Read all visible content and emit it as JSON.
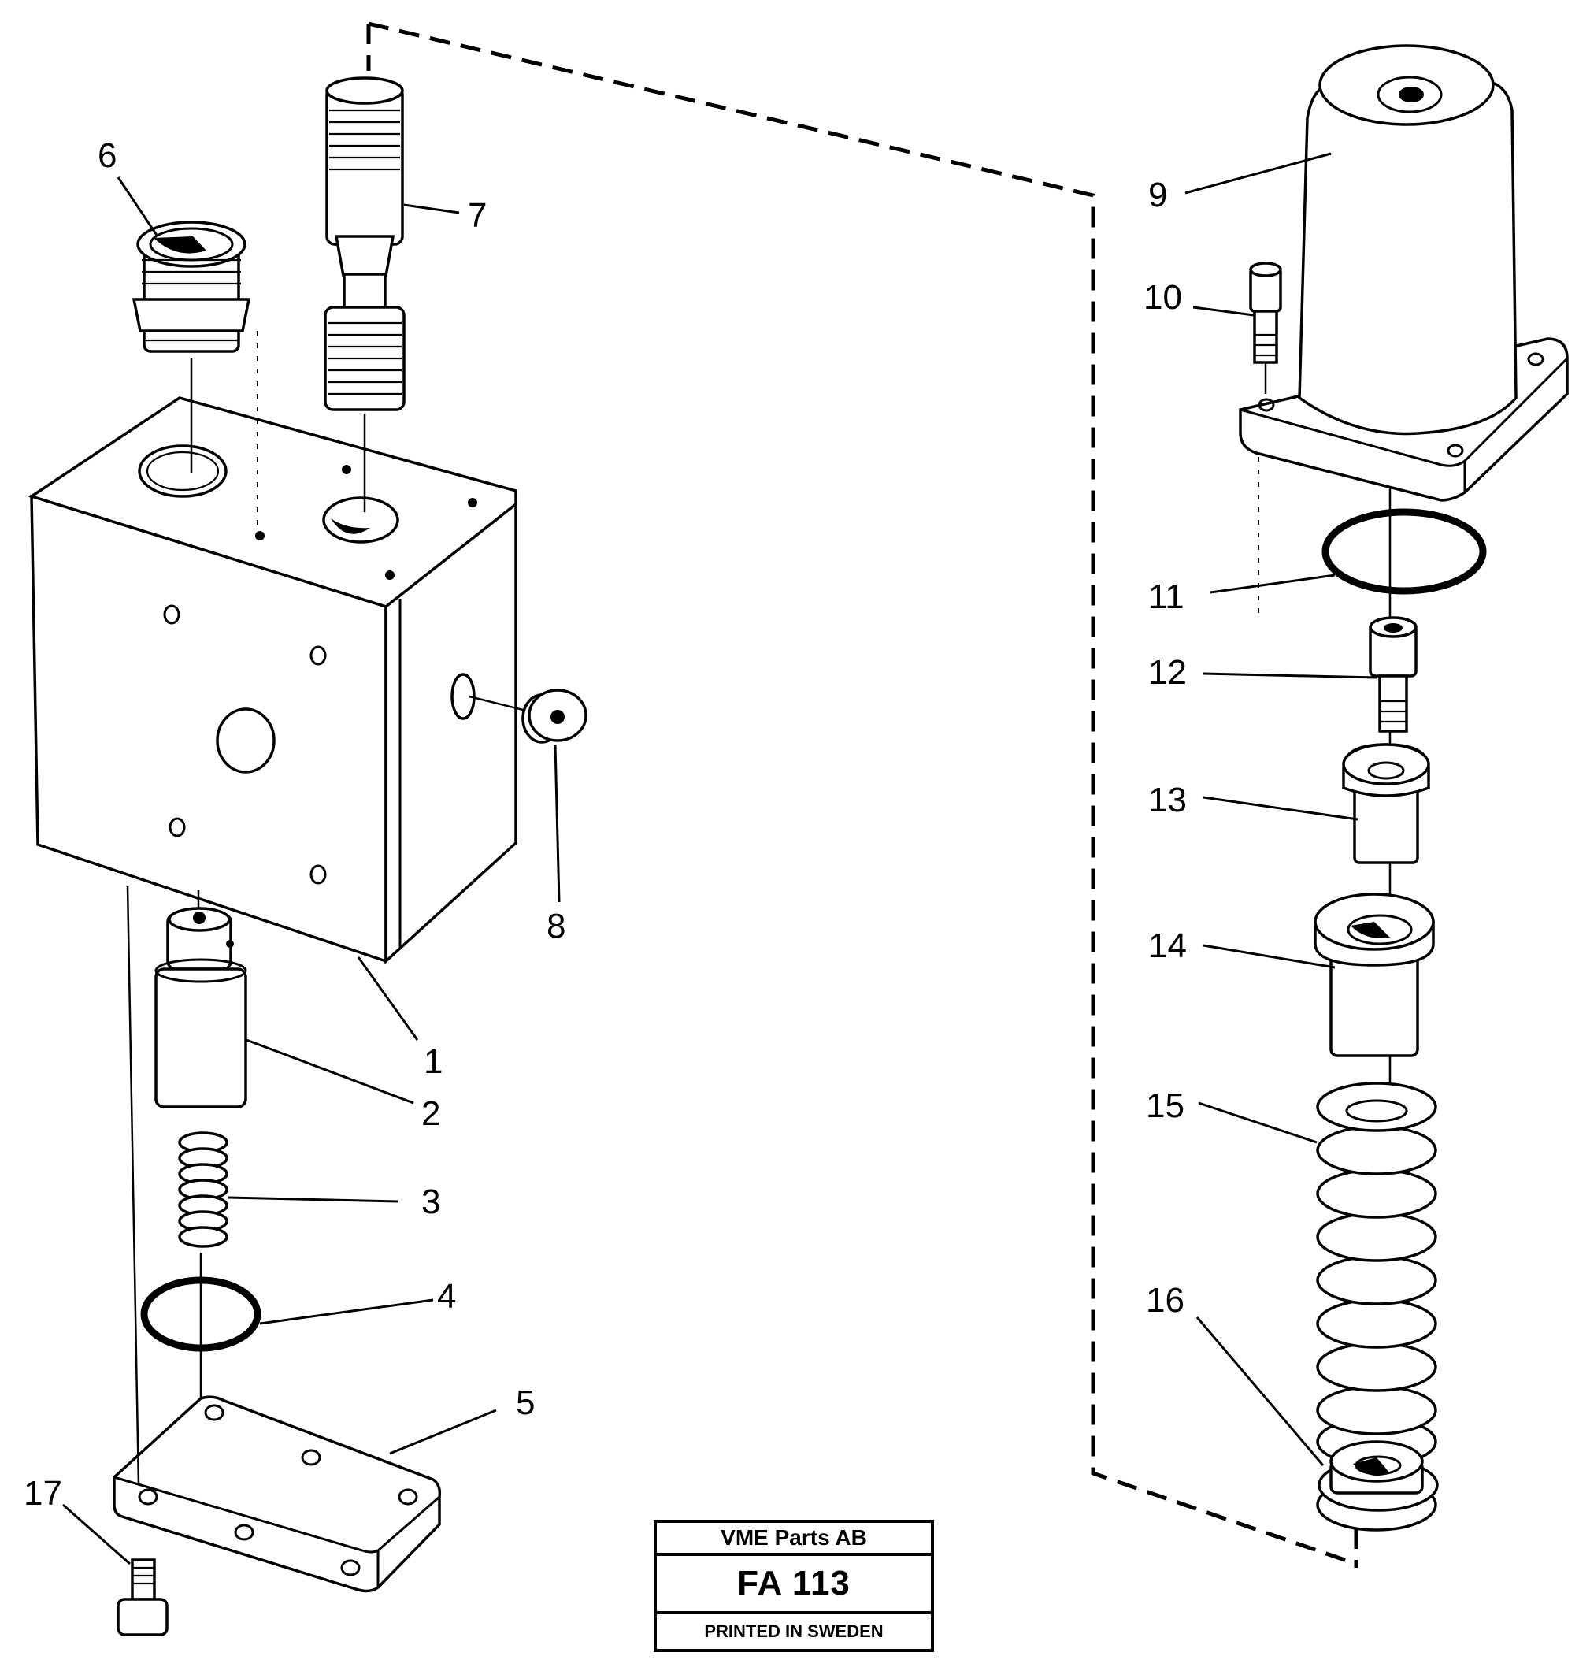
{
  "callouts": [
    {
      "id": "1",
      "label": "1"
    },
    {
      "id": "2",
      "label": "2"
    },
    {
      "id": "3",
      "label": "3"
    },
    {
      "id": "4",
      "label": "4"
    },
    {
      "id": "5",
      "label": "5"
    },
    {
      "id": "6",
      "label": "6"
    },
    {
      "id": "7",
      "label": "7"
    },
    {
      "id": "8",
      "label": "8"
    },
    {
      "id": "9",
      "label": "9"
    },
    {
      "id": "10",
      "label": "10"
    },
    {
      "id": "11",
      "label": "11"
    },
    {
      "id": "12",
      "label": "12"
    },
    {
      "id": "13",
      "label": "13"
    },
    {
      "id": "14",
      "label": "14"
    },
    {
      "id": "15",
      "label": "15"
    },
    {
      "id": "16",
      "label": "16"
    },
    {
      "id": "17",
      "label": "17"
    }
  ],
  "title_block": {
    "company": "VME Parts AB",
    "drawing_code": "FA 113",
    "printed": "PRINTED IN SWEDEN"
  }
}
